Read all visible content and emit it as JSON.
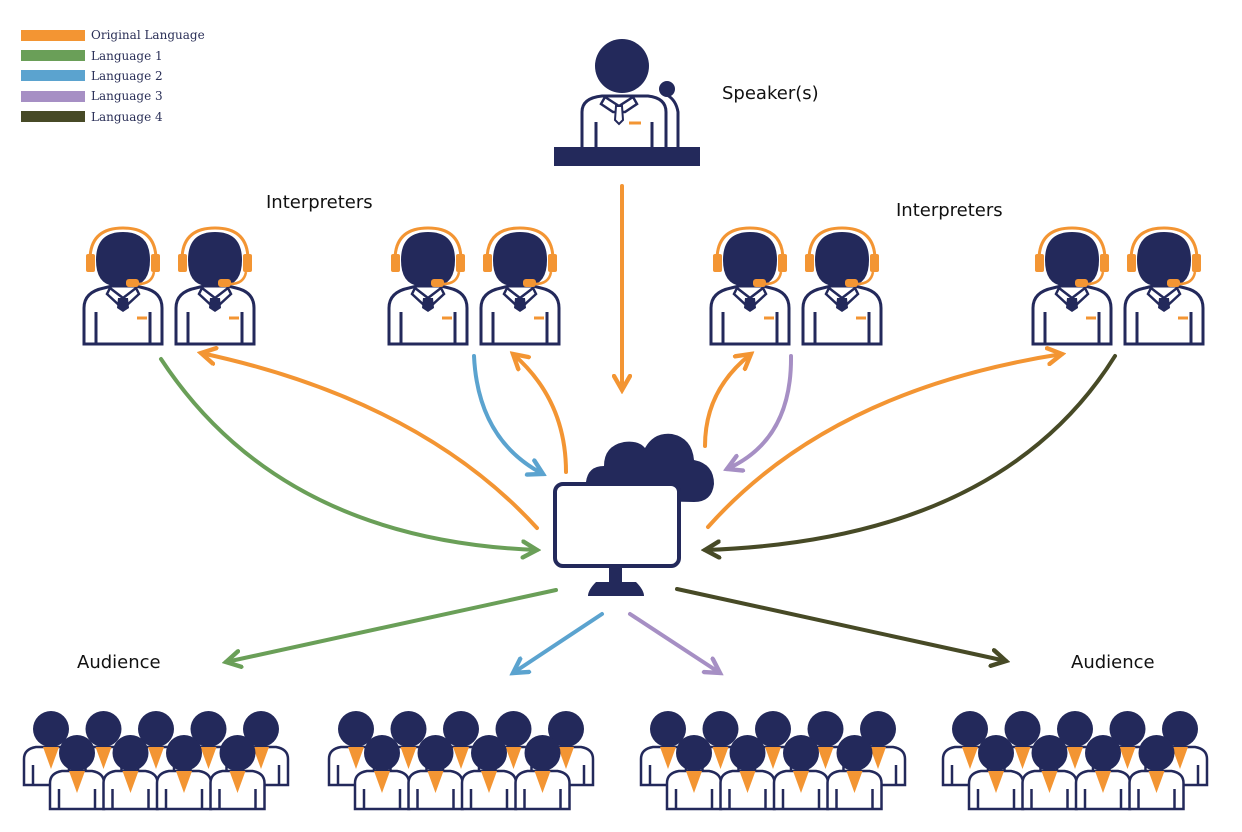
{
  "legend": {
    "items": [
      {
        "label": "Original Language",
        "color": "#f39533"
      },
      {
        "label": "Language 1",
        "color": "#6a9f58"
      },
      {
        "label": "Language 2",
        "color": "#5ba3cf"
      },
      {
        "label": "Language 3",
        "color": "#a68fc4"
      },
      {
        "label": "Language 4",
        "color": "#474a26"
      }
    ]
  },
  "labels": {
    "speaker": "Speaker(s)",
    "interpreters_left": "Interpreters",
    "interpreters_right": "Interpreters",
    "audience_left": "Audience",
    "audience_right": "Audience"
  },
  "colors": {
    "navy": "#23295b",
    "orange": "#f39533",
    "white": "#ffffff"
  },
  "nodes": {
    "speaker": "speaker-at-podium",
    "platform": "cloud-platform-monitor",
    "interpreter_booths": 4,
    "interpreters_per_booth": 2,
    "audience_groups": 4,
    "people_per_audience_group": 9
  },
  "flows": [
    {
      "from": "speaker",
      "to": "platform",
      "language": "Original Language"
    },
    {
      "from": "platform",
      "to": "booth-1",
      "language": "Original Language"
    },
    {
      "from": "booth-1",
      "to": "platform",
      "language": "Language 1"
    },
    {
      "from": "platform",
      "to": "booth-2",
      "language": "Original Language"
    },
    {
      "from": "booth-2",
      "to": "platform",
      "language": "Language 2"
    },
    {
      "from": "platform",
      "to": "booth-3",
      "language": "Original Language"
    },
    {
      "from": "booth-3",
      "to": "platform",
      "language": "Language 3"
    },
    {
      "from": "platform",
      "to": "booth-4",
      "language": "Original Language"
    },
    {
      "from": "booth-4",
      "to": "platform",
      "language": "Language 4"
    },
    {
      "from": "platform",
      "to": "audience-1",
      "language": "Language 1"
    },
    {
      "from": "platform",
      "to": "audience-2",
      "language": "Language 2"
    },
    {
      "from": "platform",
      "to": "audience-3",
      "language": "Language 3"
    },
    {
      "from": "platform",
      "to": "audience-4",
      "language": "Language 4"
    }
  ]
}
